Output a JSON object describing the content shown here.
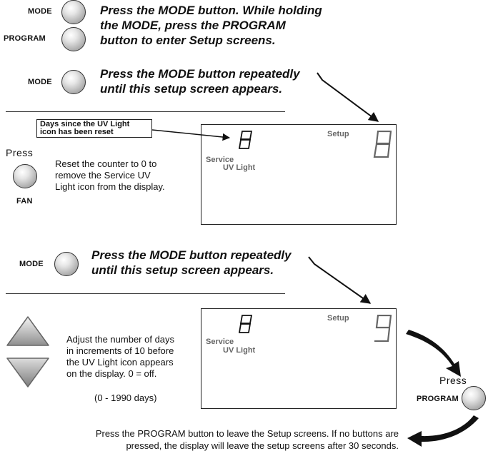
{
  "step1": {
    "mode_label": "MODE",
    "program_label": "PROGRAM",
    "instruction_lines": [
      "Press the MODE button.  While holding",
      "the MODE, press the PROGRAM",
      "button to enter Setup screens."
    ]
  },
  "step2": {
    "mode_label": "MODE",
    "instruction_lines": [
      "Press the MODE button repeatedly",
      "until this setup screen appears."
    ]
  },
  "screen8": {
    "callout_lines": [
      "Days since the UV Light",
      "icon has been reset"
    ],
    "digit_value": "0",
    "setup_label": "Setup",
    "screen_number": "8",
    "service_label": "Service",
    "uv_label": "UV Light"
  },
  "fan_step": {
    "press_label": "Press",
    "fan_label": "FAN",
    "description_lines": [
      "Reset the counter to 0 to",
      "remove the Service UV",
      "Light icon from the display."
    ]
  },
  "step3": {
    "mode_label": "MODE",
    "instruction_lines": [
      "Press the MODE button repeatedly",
      "until this setup screen appears."
    ]
  },
  "screen9": {
    "digit_value": "0",
    "setup_label": "Setup",
    "screen_number": "9",
    "service_label": "Service",
    "uv_label": "UV Light"
  },
  "adjust_step": {
    "description_lines": [
      "Adjust the number of days",
      "in increments of 10 before",
      "the UV Light icon appears",
      "on the display. 0 = off."
    ],
    "range_text": "(0 - 1990 days)"
  },
  "exit_step": {
    "press_label": "Press",
    "program_label": "PROGRAM",
    "footer_lines": [
      "Press the PROGRAM button to leave the Setup screens. If no buttons are",
      "pressed, the display will leave the setup screens after 30 seconds."
    ]
  }
}
